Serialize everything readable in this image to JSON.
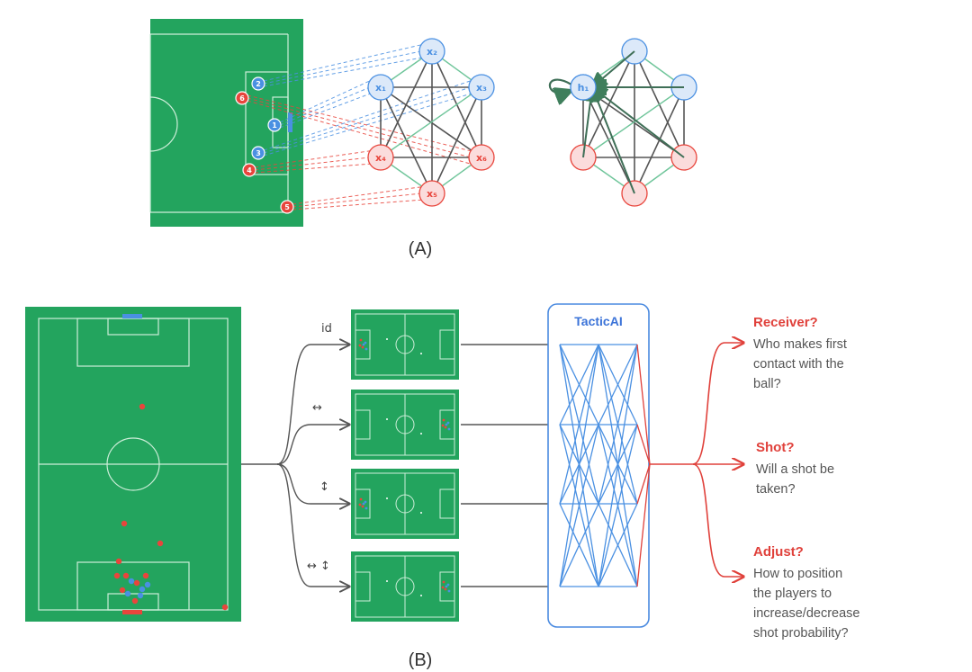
{
  "panel_a": {
    "label": "(A)",
    "graph_nodes": [
      {
        "label": "x₂",
        "team": "attack"
      },
      {
        "label": "x₁",
        "team": "attack"
      },
      {
        "label": "x₃",
        "team": "attack"
      },
      {
        "label": "x₄",
        "team": "defend"
      },
      {
        "label": "x₆",
        "team": "defend"
      },
      {
        "label": "x₅",
        "team": "defend"
      }
    ],
    "hidden_node_label": "h₁",
    "players": [
      {
        "num": "2",
        "team": "attack"
      },
      {
        "num": "1",
        "team": "attack"
      },
      {
        "num": "3",
        "team": "attack"
      },
      {
        "num": "6",
        "team": "defend"
      },
      {
        "num": "4",
        "team": "defend"
      },
      {
        "num": "5",
        "team": "defend"
      }
    ]
  },
  "panel_b": {
    "label": "(B)",
    "transforms": [
      "id",
      "↔",
      "↕",
      "↔ ↕"
    ],
    "model_name": "TacticAI",
    "outputs": [
      {
        "title": "Receiver?",
        "lines": [
          "Who makes first",
          "contact with the",
          "ball?"
        ]
      },
      {
        "title": "Shot?",
        "lines": [
          "Will a shot be",
          "taken?"
        ]
      },
      {
        "title": "Adjust?",
        "lines": [
          "How to position",
          "the players to",
          "increase/decrease",
          "shot probability?"
        ]
      }
    ]
  },
  "colors": {
    "pitch": "#23a45e",
    "pitch_line": "#cdeed9",
    "attack": "#4a90e2",
    "attack_node_fill": "#dce9f9",
    "defend": "#e8453c",
    "defend_node_fill": "#fbdcdc",
    "model_border": "#4a8ae0",
    "output_red": "#e0413b",
    "arrow_gray": "#555555",
    "edge_dark": "#555555",
    "edge_green": "#6fc59a"
  }
}
